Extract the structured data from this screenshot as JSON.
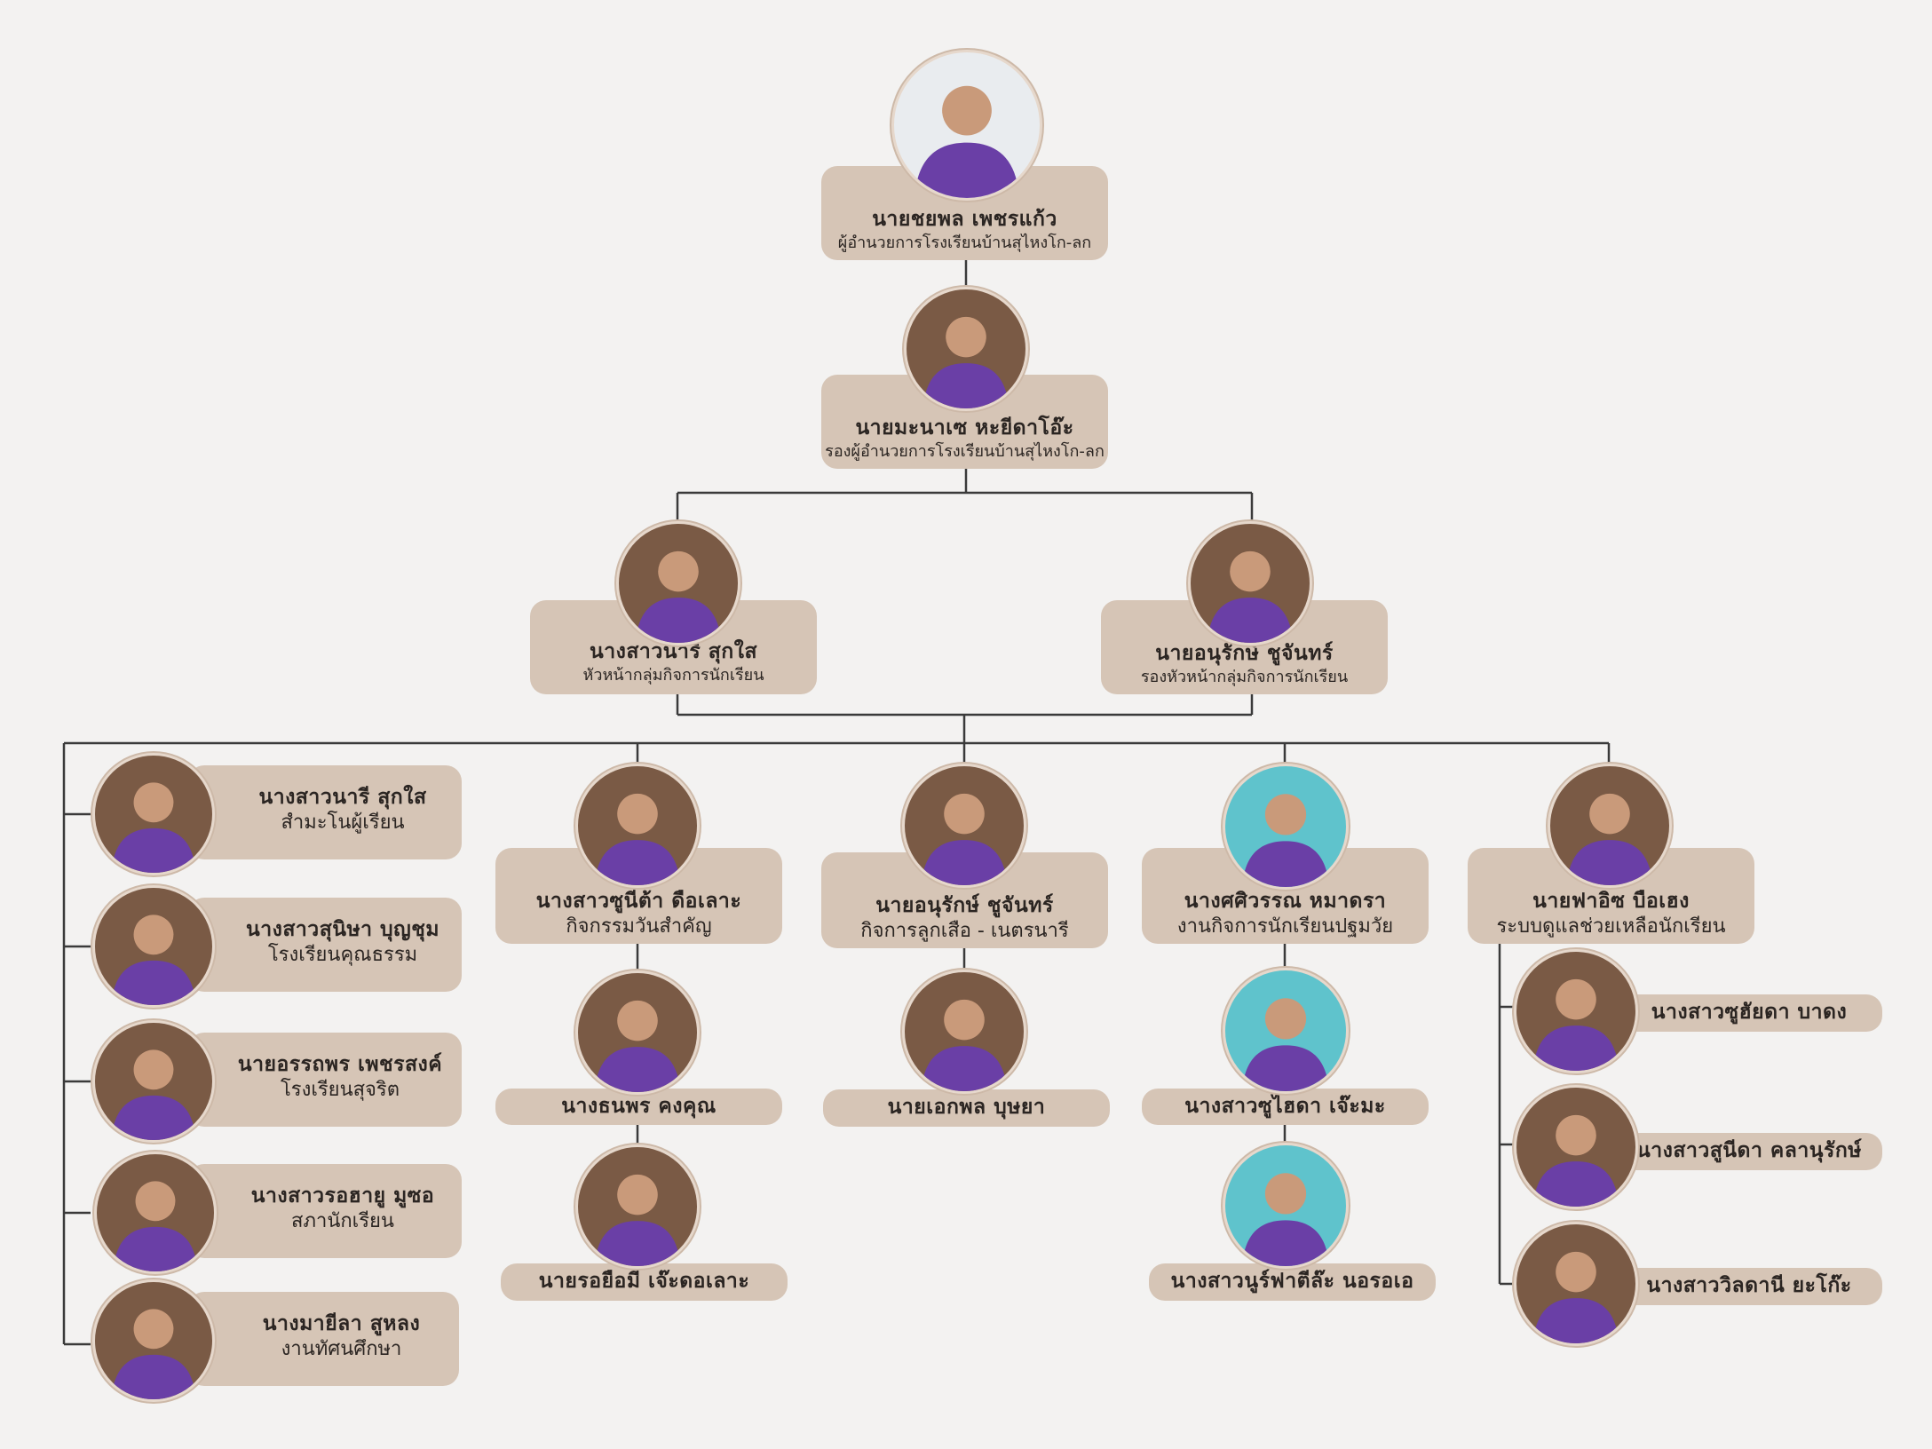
{
  "colors": {
    "background": "#f3f2f1",
    "card": "#d6c5b6",
    "line": "#3a3a3a",
    "shirt": "#6a3fa6"
  },
  "nodes": {
    "director": {
      "name": "นายชยพล  เพชรแก้ว",
      "role": "ผู้อำนวยการโรงเรียนบ้านสุไหงโก-ลก"
    },
    "deputy": {
      "name": "นายมะนาเซ หะยีดาโอ๊ะ",
      "role": "รองผู้อำนวยการโรงเรียนบ้านสุไหงโก-ลก"
    },
    "head": {
      "name": "นางสาวนารี สุกใส",
      "role": "หัวหน้ากลุ่มกิจการนักเรียน"
    },
    "deputy_head": {
      "name": "นายอนุรักษ์  ชูจันทร์",
      "role": "รองหัวหน้ากลุ่มกิจการนักเรียน"
    },
    "left_col": [
      {
        "name": "นางสาวนารี  สุกใส",
        "role": "สำมะโนผู้เรียน"
      },
      {
        "name": "นางสาวสุนิษา  บุญชุม",
        "role": "โรงเรียนคุณธรรม"
      },
      {
        "name": "นายอรรถพร  เพชรสงค์",
        "role": "โรงเรียนสุจริต"
      },
      {
        "name": "นางสาวรอฮายู  มูซอ",
        "role": "สภานักเรียน"
      },
      {
        "name": "นางมายีลา  สูหลง",
        "role": "งานทัศนศึกษา"
      }
    ],
    "col2": {
      "leader": {
        "name": "นางสาวซูนีต้า  ดือเลาะ",
        "role": "กิจกรรมวันสำคัญ"
      },
      "members": [
        "นางธนพร  คงคุณ",
        "นายรอยือมี  เจ๊ะดอเลาะ"
      ]
    },
    "col3": {
      "leader": {
        "name": "นายอนุรักษ์  ชูจันทร์",
        "role": "กิจการลูกเสือ - เนตรนารี"
      },
      "members": [
        "นายเอกพล  บุษยา"
      ]
    },
    "col4": {
      "leader": {
        "name": "นางศศิวรรณ  หมาดรา",
        "role": "งานกิจการนักเรียนปฐมวัย"
      },
      "members": [
        "นางสาวซูไฮดา  เจ๊ะมะ",
        "นางสาวนูร์ฟาตีล๊ะ  นอรอเอ"
      ]
    },
    "col5": {
      "leader": {
        "name": "นายฟาอิซ  บือเฮง",
        "role": "ระบบดูแลช่วยเหลือนักเรียน"
      },
      "members": [
        "นางสาวซูฮัยดา  บาดง",
        "นางสาวสูนีดา  คลานุรักษ์",
        "นางสาววิลดานี  ยะโก๊ะ"
      ]
    }
  }
}
